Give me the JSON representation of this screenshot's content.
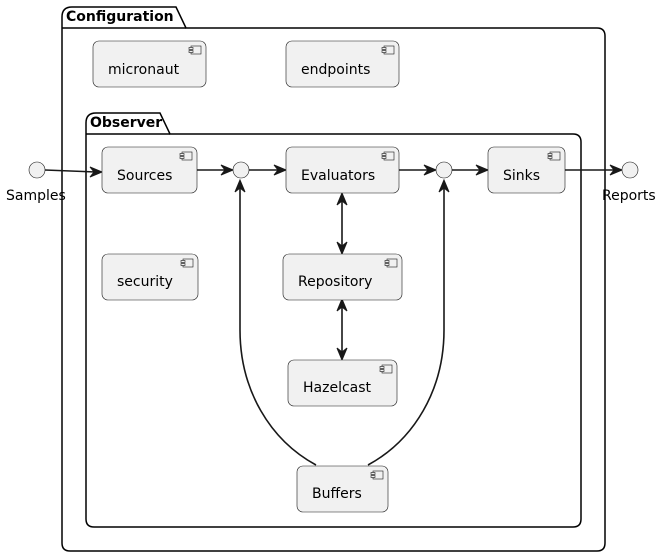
{
  "packages": {
    "outer": {
      "name": "Configuration"
    },
    "inner": {
      "name": "Observer"
    }
  },
  "components": {
    "micronaut": "micronaut",
    "endpoints": "endpoints",
    "sources": "Sources",
    "security": "security",
    "evaluators": "Evaluators",
    "repository": "Repository",
    "hazelcast": "Hazelcast",
    "sinks": "Sinks",
    "buffers": "Buffers"
  },
  "interfaces": {
    "samples": "Samples",
    "reports": "Reports"
  },
  "icon": "uml-component-icon"
}
